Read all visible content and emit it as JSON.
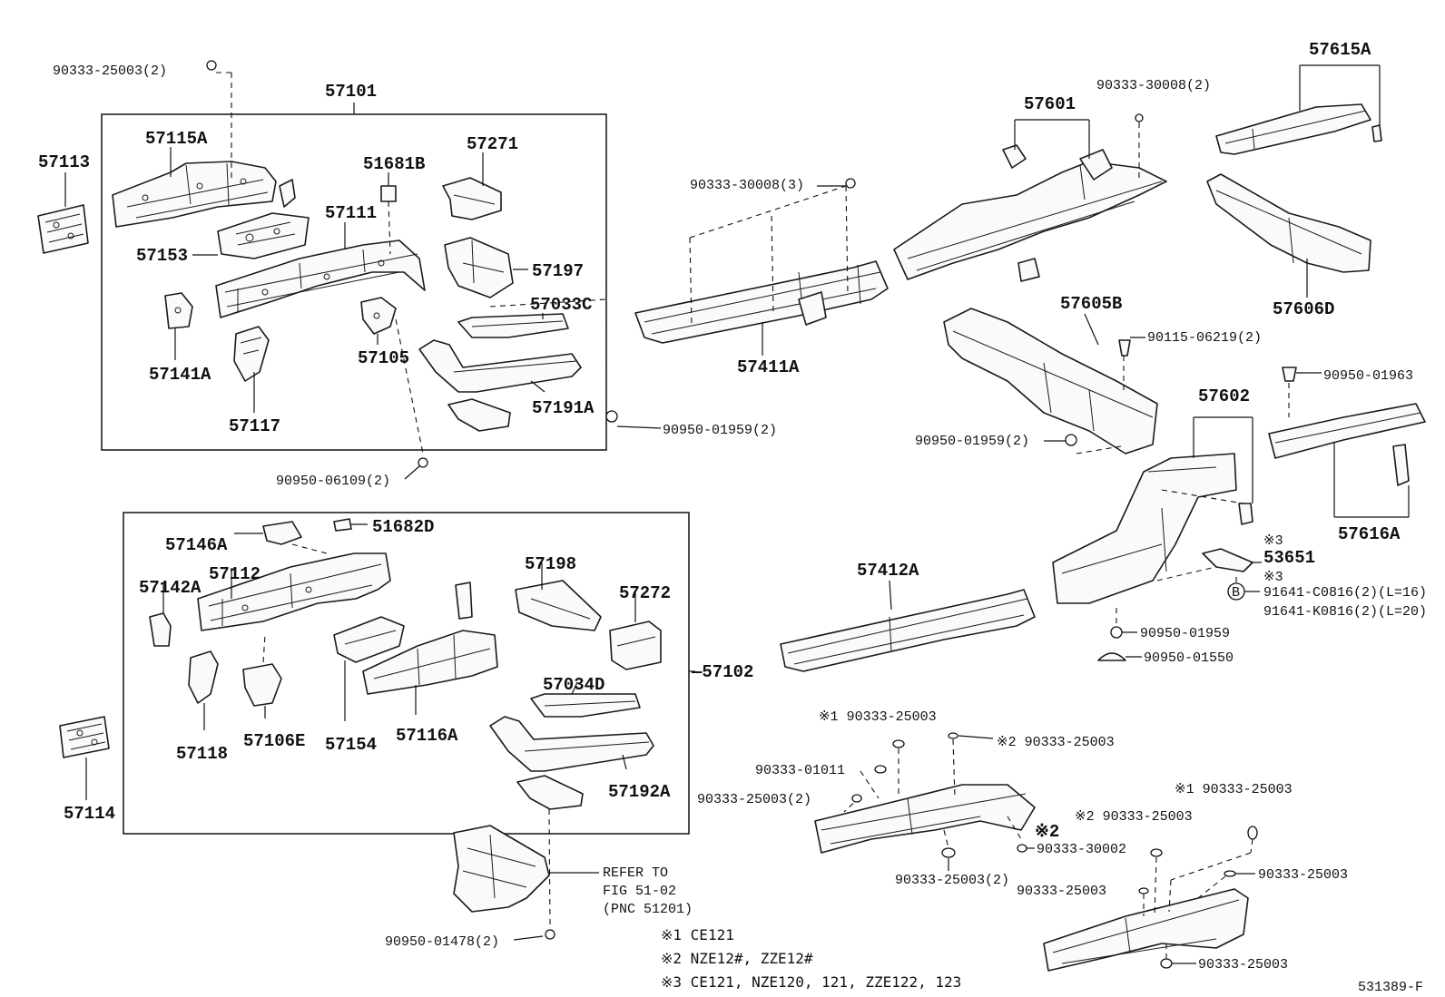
{
  "colors": {
    "ink": "#111111",
    "paper": "#ffffff"
  },
  "diagram_id": "531389-F",
  "labels": {
    "p57101": "57101",
    "p57102": "—57102",
    "p57113": "57113",
    "p57114": "57114",
    "p57115A": "57115A",
    "p57153": "57153",
    "p57111": "57111",
    "p51681B": "51681B",
    "p57271": "57271",
    "p57197": "57197",
    "p57033C": "57033C",
    "p57141A": "57141A",
    "p57117": "57117",
    "p57105": "57105",
    "p57191A": "57191A",
    "p57146A": "57146A",
    "p51682D": "51682D",
    "p57112": "57112",
    "p57142A": "57142A",
    "p57118": "57118",
    "p57106E": "57106E",
    "p57154": "57154",
    "p57116A": "57116A",
    "p57198": "57198",
    "p57272": "57272",
    "p57034D": "57034D",
    "p57192A": "57192A",
    "p57411A": "57411A",
    "p57412A": "57412A",
    "p57601": "57601",
    "p57615A": "57615A",
    "p57606D": "57606D",
    "p57605B": "57605B",
    "p57602": "57602",
    "p57616A": "57616A",
    "p53651": "53651",
    "b90333_25003_2_top": "90333-25003(2)",
    "b90950_06109": "90950-06109(2)",
    "b90950_01959_2_mid": "90950-01959(2)",
    "b90333_30008_3": "90333-30008(3)",
    "b90333_30008_2": "90333-30008(2)",
    "b90115_06219": "90115-06219(2)",
    "b90950_01963": "90950-01963",
    "b90950_01959_2_right": "90950-01959(2)",
    "b91641_c0816": "91641-C0816(2)(L=16)",
    "b91641_k0816": "91641-K0816(2)(L=20)",
    "b90950_01959": "90950-01959",
    "b90950_01550": "90950-01550",
    "b_s1_90333_25003_a": "※1 90333-25003",
    "b_s2_90333_25003_a": "※2 90333-25003",
    "b90333_01011": "90333-01011",
    "b90333_25003_2_b": "90333-25003(2)",
    "b_s2": "※2",
    "b90333_30002": "90333-30002",
    "b90333_25003_2_c": "90333-25003(2)",
    "b_s1_90333_25003_b": "※1 90333-25003",
    "b_s2_90333_25003_b": "※2 90333-25003",
    "b90333_25003_d": "90333-25003",
    "b90333_25003_e": "90333-25003",
    "b90333_25003_f": "90333-25003",
    "b90950_01478": "90950-01478(2)",
    "s3_a": "※3",
    "s3_b": "※3",
    "b_circle": "B",
    "refer_1": "REFER TO",
    "refer_2": "FIG 51-02",
    "refer_3": "(PNC 51201)",
    "note_1": "※1 CE121",
    "note_2": "※2 NZE12#, ZZE12#",
    "note_3": "※3 CE121, NZE120, 121, ZZE122, 123"
  }
}
